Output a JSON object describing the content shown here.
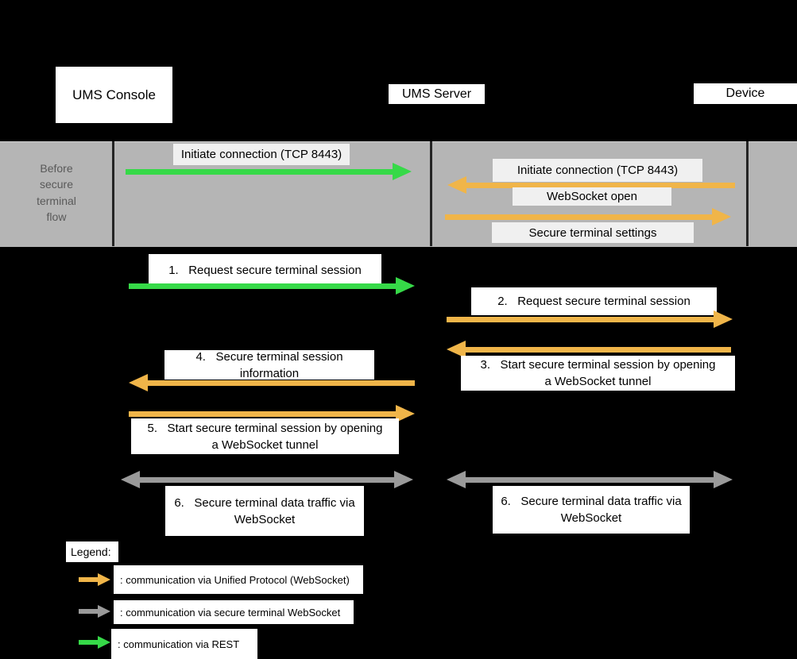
{
  "actors": [
    {
      "name": "UMS Console"
    },
    {
      "name": "UMS Server"
    },
    {
      "name": "Device"
    }
  ],
  "band": {
    "title": "Before\nsecure\nterminal\nflow",
    "messages": [
      "Initiate connection (TCP 8443)",
      "Initiate connection (TCP 8443)",
      "WebSocket open",
      "Secure terminal settings"
    ]
  },
  "flow": {
    "steps": [
      "1.   Request secure terminal session",
      "2.   Request secure terminal session",
      "3.   Start secure terminal session by opening\na WebSocket tunnel",
      "4.   Secure terminal session\ninformation",
      "5.   Start secure terminal session by opening\na WebSocket tunnel",
      "6.   Secure terminal data traffic via\nWebSocket",
      "6.   Secure terminal data traffic via\nWebSocket"
    ]
  },
  "legend": {
    "title": "Legend:",
    "items": [
      {
        "text": ": communication via Unified Protocol (WebSocket)",
        "color": "#f0b549"
      },
      {
        "text": ": communication via secure terminal WebSocket",
        "color": "#9a9a9a"
      },
      {
        "text": ": communication via REST",
        "color": "#36d948"
      }
    ]
  },
  "colors": {
    "background": "#000000",
    "phase_band": "#b5b5b5",
    "band_label_bg": "#f0f0f0",
    "unified_protocol_arrow": "#f0b549",
    "secure_terminal_arrow": "#9a9a9a",
    "rest_arrow": "#36d948"
  }
}
